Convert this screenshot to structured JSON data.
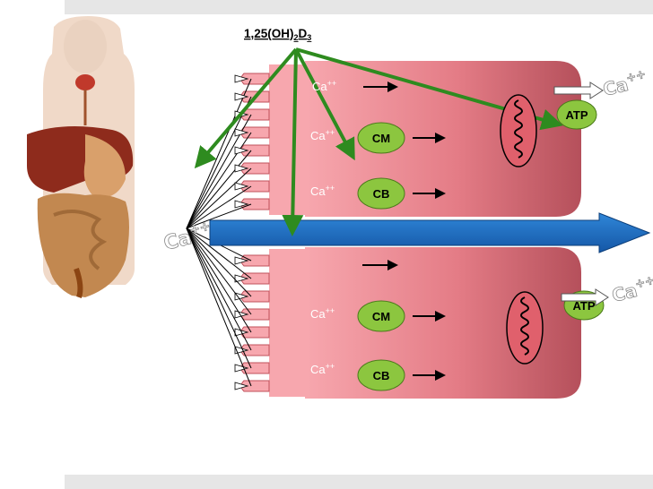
{
  "hormone": {
    "text": "1,25(OH)",
    "sub1": "2",
    "mid": "D",
    "sub2": "3"
  },
  "ion": {
    "base": "Ca",
    "charge": "++"
  },
  "top_cell": {
    "row1": {
      "ion": "Ca",
      "charge": "++"
    },
    "row2": {
      "ion": "Ca",
      "charge": "++",
      "protein": "CM"
    },
    "row3": {
      "ion": "Ca",
      "charge": "++",
      "protein": "CB"
    },
    "atp": "ATP"
  },
  "bottom_cell": {
    "row2": {
      "ion": "Ca",
      "charge": "++",
      "protein": "CM"
    },
    "row3": {
      "ion": "Ca",
      "charge": "++",
      "protein": "CB"
    },
    "atp": "ATP"
  },
  "colors": {
    "cell_light": "#f4a0a8",
    "cell_dark": "#b04450",
    "green_arrow": "#2e8b1f",
    "flow_arrow": "#1f6fc4",
    "protein": "#8cc63f",
    "atp": "#8cc63f"
  }
}
